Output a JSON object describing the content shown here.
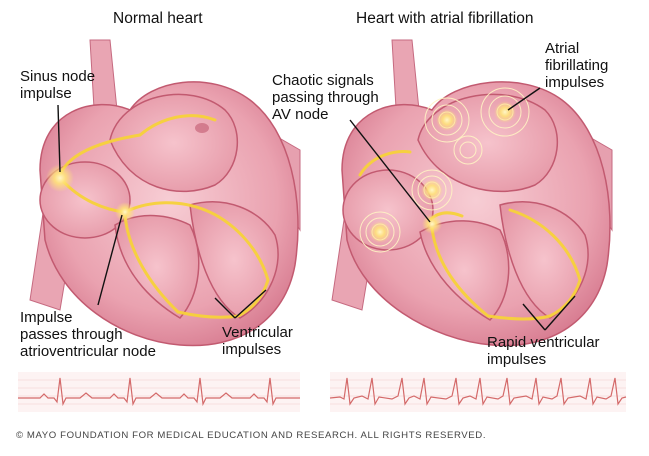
{
  "panels": {
    "left": {
      "title": "Normal heart",
      "labels": {
        "sinus": "Sinus node\nimpulse",
        "av": "Impulse\npasses through\natrioventricular node",
        "ventricular": "Ventricular\nimpulses"
      }
    },
    "right": {
      "title": "Heart with atrial fibrillation",
      "labels": {
        "chaotic": "Chaotic signals\npassing through\nAV node",
        "atrial": "Atrial\nfibrillating\nimpulses",
        "rapid": "Rapid ventricular\nimpulses"
      }
    }
  },
  "copyright": "© MAYO FOUNDATION FOR MEDICAL EDUCATION AND RESEARCH. ALL RIGHTS RESERVED.",
  "colors": {
    "tissue_light": "#f2b9c3",
    "tissue_mid": "#e28a9b",
    "tissue_dark": "#c25a70",
    "impulse": "#f7d23a",
    "ecg": "#d46a6a",
    "grid": "#f1cccc"
  }
}
